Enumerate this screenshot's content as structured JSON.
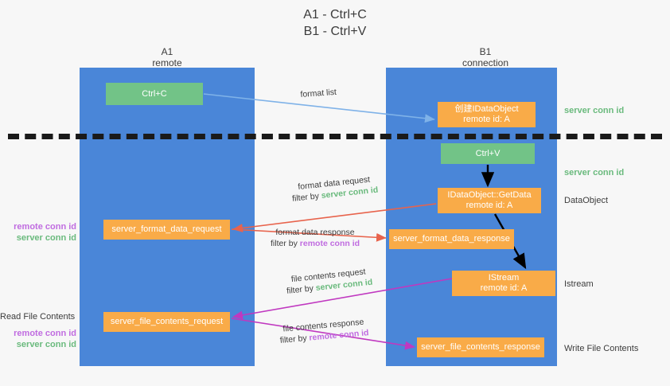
{
  "title": {
    "line1": "A1 - Ctrl+C",
    "line2": "B1 - Ctrl+V"
  },
  "colors": {
    "lane": "#4a86d8",
    "node_orange": "#f9ab48",
    "node_green": "#72c387",
    "server_conn_id": "#6aba7d",
    "remote_conn_id": "#c06ce0",
    "arrow_blue": "#7fb2e8",
    "arrow_red": "#e8634c",
    "arrow_purple": "#c038c0",
    "arrow_black": "#000000",
    "divider": "#1a1a1a",
    "background": "#f7f7f7"
  },
  "columns": [
    {
      "name": "A1",
      "subtitle": "remote"
    },
    {
      "name": "B1",
      "subtitle": "connection"
    }
  ],
  "nodes": {
    "ctrl_c": {
      "line1": "Ctrl+C",
      "line2": ""
    },
    "ctrl_v": {
      "line1": "Ctrl+V",
      "line2": ""
    },
    "create_idataobject": {
      "line1": "创建IDataObject",
      "line2": "remote id: A"
    },
    "getdata": {
      "line1": "IDataObject::GetData",
      "line2": "remote id: A"
    },
    "istream": {
      "line1": "IStream",
      "line2": "remote id: A"
    },
    "server_format_data_request": {
      "line1": "server_format_data_request"
    },
    "server_format_data_response": {
      "line1": "server_format_data_response"
    },
    "server_file_contents_request": {
      "line1": "server_file_contents_request"
    },
    "server_file_contents_response": {
      "line1": "server_file_contents_response"
    }
  },
  "edges": [
    {
      "id": "format-list",
      "label": "format list",
      "filter_prefix": "",
      "filter_value": "",
      "color": "#7fb2e8"
    },
    {
      "id": "format-data-request",
      "label": "format data request",
      "filter_prefix": "filter by ",
      "filter_value": "server conn id",
      "color": "#e8634c"
    },
    {
      "id": "format-data-response",
      "label": "format data response",
      "filter_prefix": "filter by ",
      "filter_value": "remote conn id",
      "color": "#e8634c"
    },
    {
      "id": "file-contents-request",
      "label": "file contents request",
      "filter_prefix": "filter by ",
      "filter_value": "server conn id",
      "color": "#c038c0"
    },
    {
      "id": "file-contents-response",
      "label": "file contents response",
      "filter_prefix": "filter by ",
      "filter_value": "remote conn id",
      "color": "#c038c0"
    }
  ],
  "side_annotations": {
    "conn_id_top": "server conn id",
    "conn_id_mid": "server conn id",
    "dataobject": "DataObject",
    "istream": "Istream",
    "write_file_contents": "Write File Contents"
  },
  "left_annotations": {
    "read_file_contents": "Read File Contents",
    "remote_conn_id": "remote conn id",
    "server_conn_id": "server conn id"
  }
}
